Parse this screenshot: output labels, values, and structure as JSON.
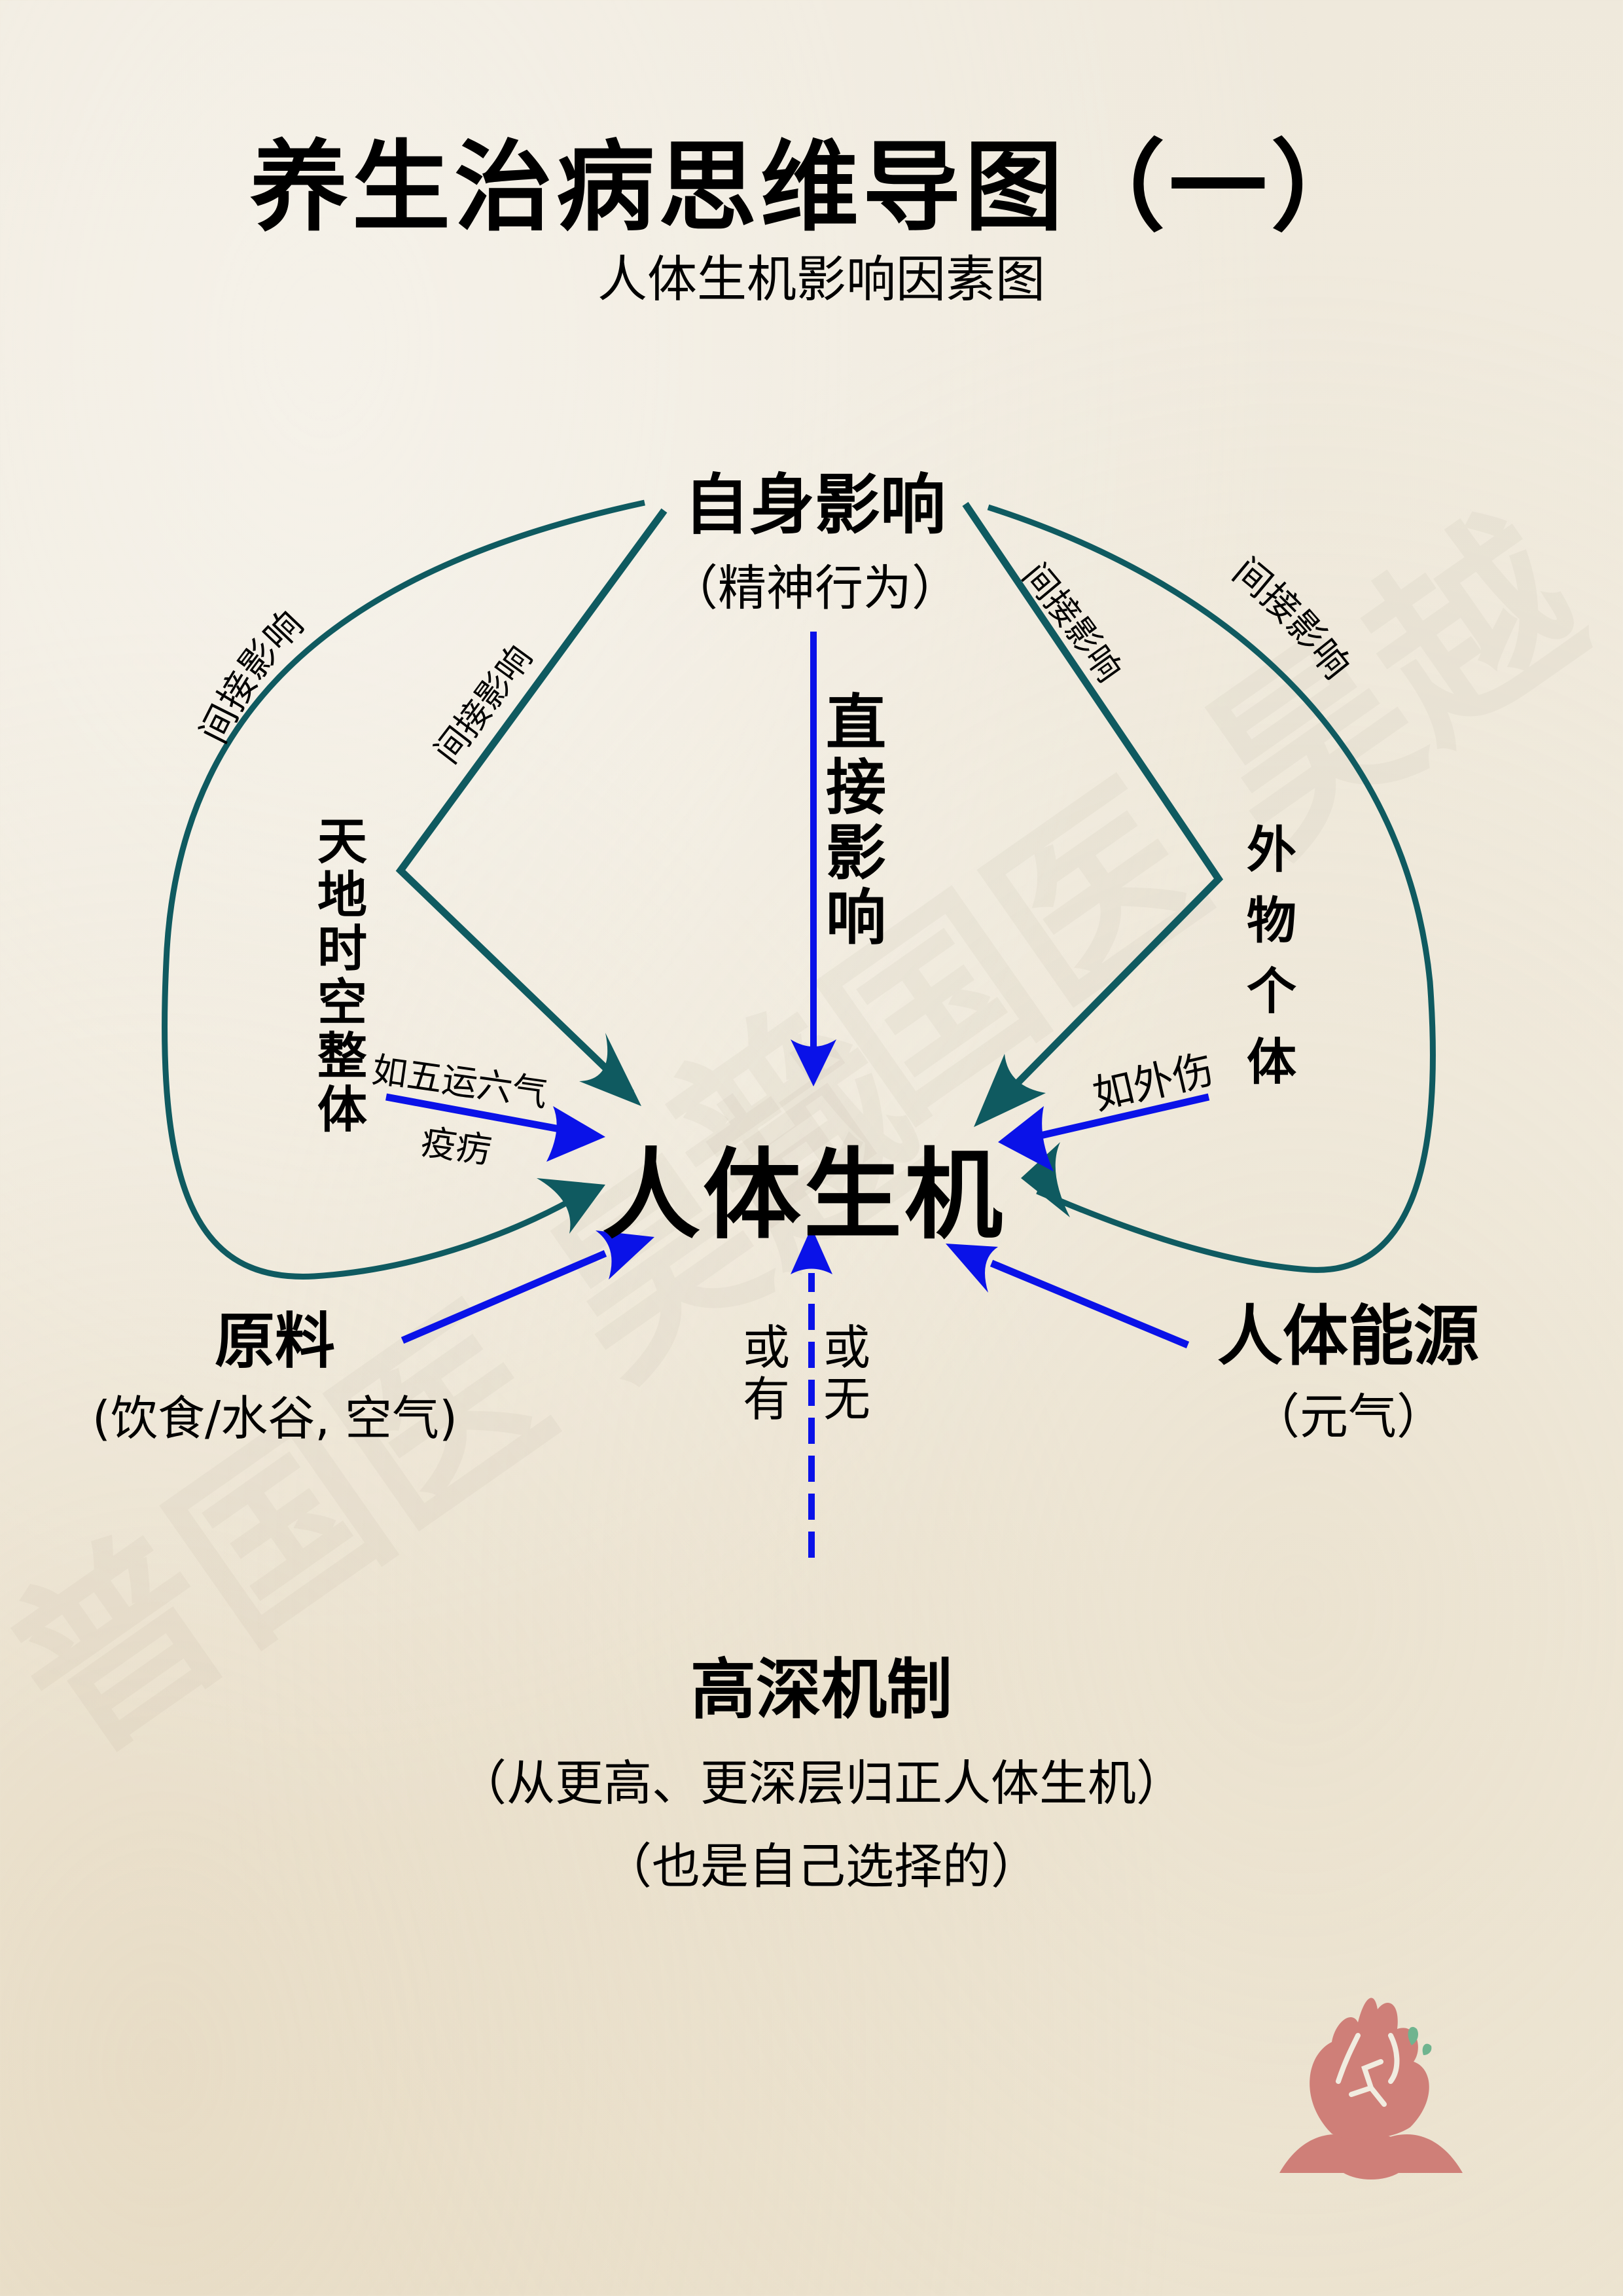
{
  "header": {
    "title": "养生治病思维导图（一）",
    "subtitle": "人体生机影响因素图"
  },
  "colors": {
    "background": "#f1ece0",
    "indirect_line": "#0f5a60",
    "direct_arrow": "#0a12e8",
    "text": "#000000",
    "logo_pink": "#cf7f78",
    "logo_green": "#6fb48f"
  },
  "nodes": {
    "self_influence": {
      "label": "自身影响",
      "sub": "（精神行为）"
    },
    "center": {
      "label": "人体生机"
    },
    "heaven_earth": {
      "chars": [
        "天",
        "地",
        "时",
        "空",
        "整",
        "体"
      ]
    },
    "external_object": {
      "chars": [
        "外",
        "物",
        "个",
        "体"
      ]
    },
    "raw_material": {
      "label": "原料",
      "sub": "(饮食/水谷, 空气)"
    },
    "body_energy": {
      "label": "人体能源",
      "sub": "（元气）"
    },
    "deep_mechanism": {
      "label": "高深机制",
      "sub1": "（从更高、更深层归正人体生机）",
      "sub2": "（也是自己选择的）"
    }
  },
  "edges": {
    "direct": {
      "chars": [
        "直",
        "接",
        "影",
        "响"
      ]
    },
    "indirect_label": "间接影响",
    "heaven_example_line1": "如五运六气",
    "heaven_example_line2": "疫疠",
    "external_example": "如外伤",
    "maybe_left": {
      "chars": [
        "或",
        "有"
      ]
    },
    "maybe_right": {
      "chars": [
        "或",
        "无"
      ]
    }
  },
  "watermark": {
    "text": "普国医 昊越"
  },
  "logo": {
    "icon": "lotus-logo-icon"
  }
}
